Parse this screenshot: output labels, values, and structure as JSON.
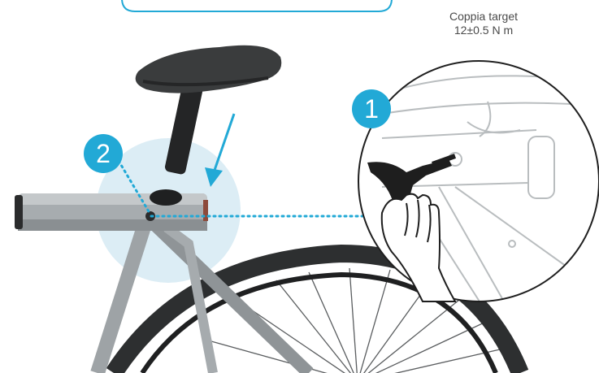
{
  "torque": {
    "label": "Coppia target",
    "value": "12±0.5 N m"
  },
  "steps": [
    {
      "number": "1"
    },
    {
      "number": "2"
    }
  ],
  "colors": {
    "accent": "#22a9d6",
    "highlight": "#dcedf5",
    "bike_frame": "#9ea3a6",
    "fender": "#2d2f30",
    "saddle": "#3a3c3d",
    "tool": "#1e1e1e"
  }
}
